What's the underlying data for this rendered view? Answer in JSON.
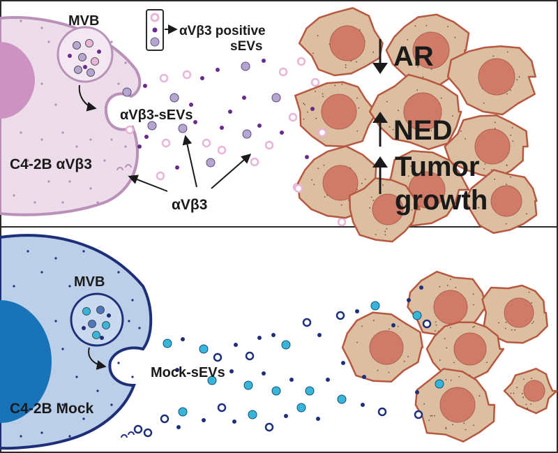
{
  "top_panel": {
    "cell_label": "C4-2B αVβ3",
    "mvb_label": "MVB",
    "legend_label_line1": "αVβ3 positive",
    "legend_label_line2": "sEVs",
    "sev_label": "αVβ3-sEVs",
    "integrin_label": "αVβ3",
    "effects": {
      "ar": "AR",
      "ned": "NED",
      "tumor_line1": "Tumor",
      "tumor_line2": "growth"
    },
    "effect_directions": [
      "down",
      "up",
      "up"
    ]
  },
  "bottom_panel": {
    "cell_label": "C4-2B Mock",
    "mvb_label": "MVB",
    "sev_label": "Mock-sEVs"
  },
  "colors": {
    "top_cell_fill": "#eddcea",
    "top_cell_stroke": "#b890b8",
    "top_nucleus": "#cc93c2",
    "top_vesicle_pink": "#e8b4d8",
    "top_vesicle_lavender": "#b4a6cf",
    "top_dot_purple": "#6a2a8a",
    "bottom_cell_fill": "#bccfe9",
    "bottom_cell_stroke": "#1e2f7a",
    "bottom_nucleus": "#1873b8",
    "bottom_vesicle_cyan": "#37b6d9",
    "bottom_dot_navy": "#1e2f7a",
    "tumor_cell_fill": "#dcbfa1",
    "tumor_cell_stroke": "#b7573f",
    "tumor_nucleus": "#d07a68"
  }
}
